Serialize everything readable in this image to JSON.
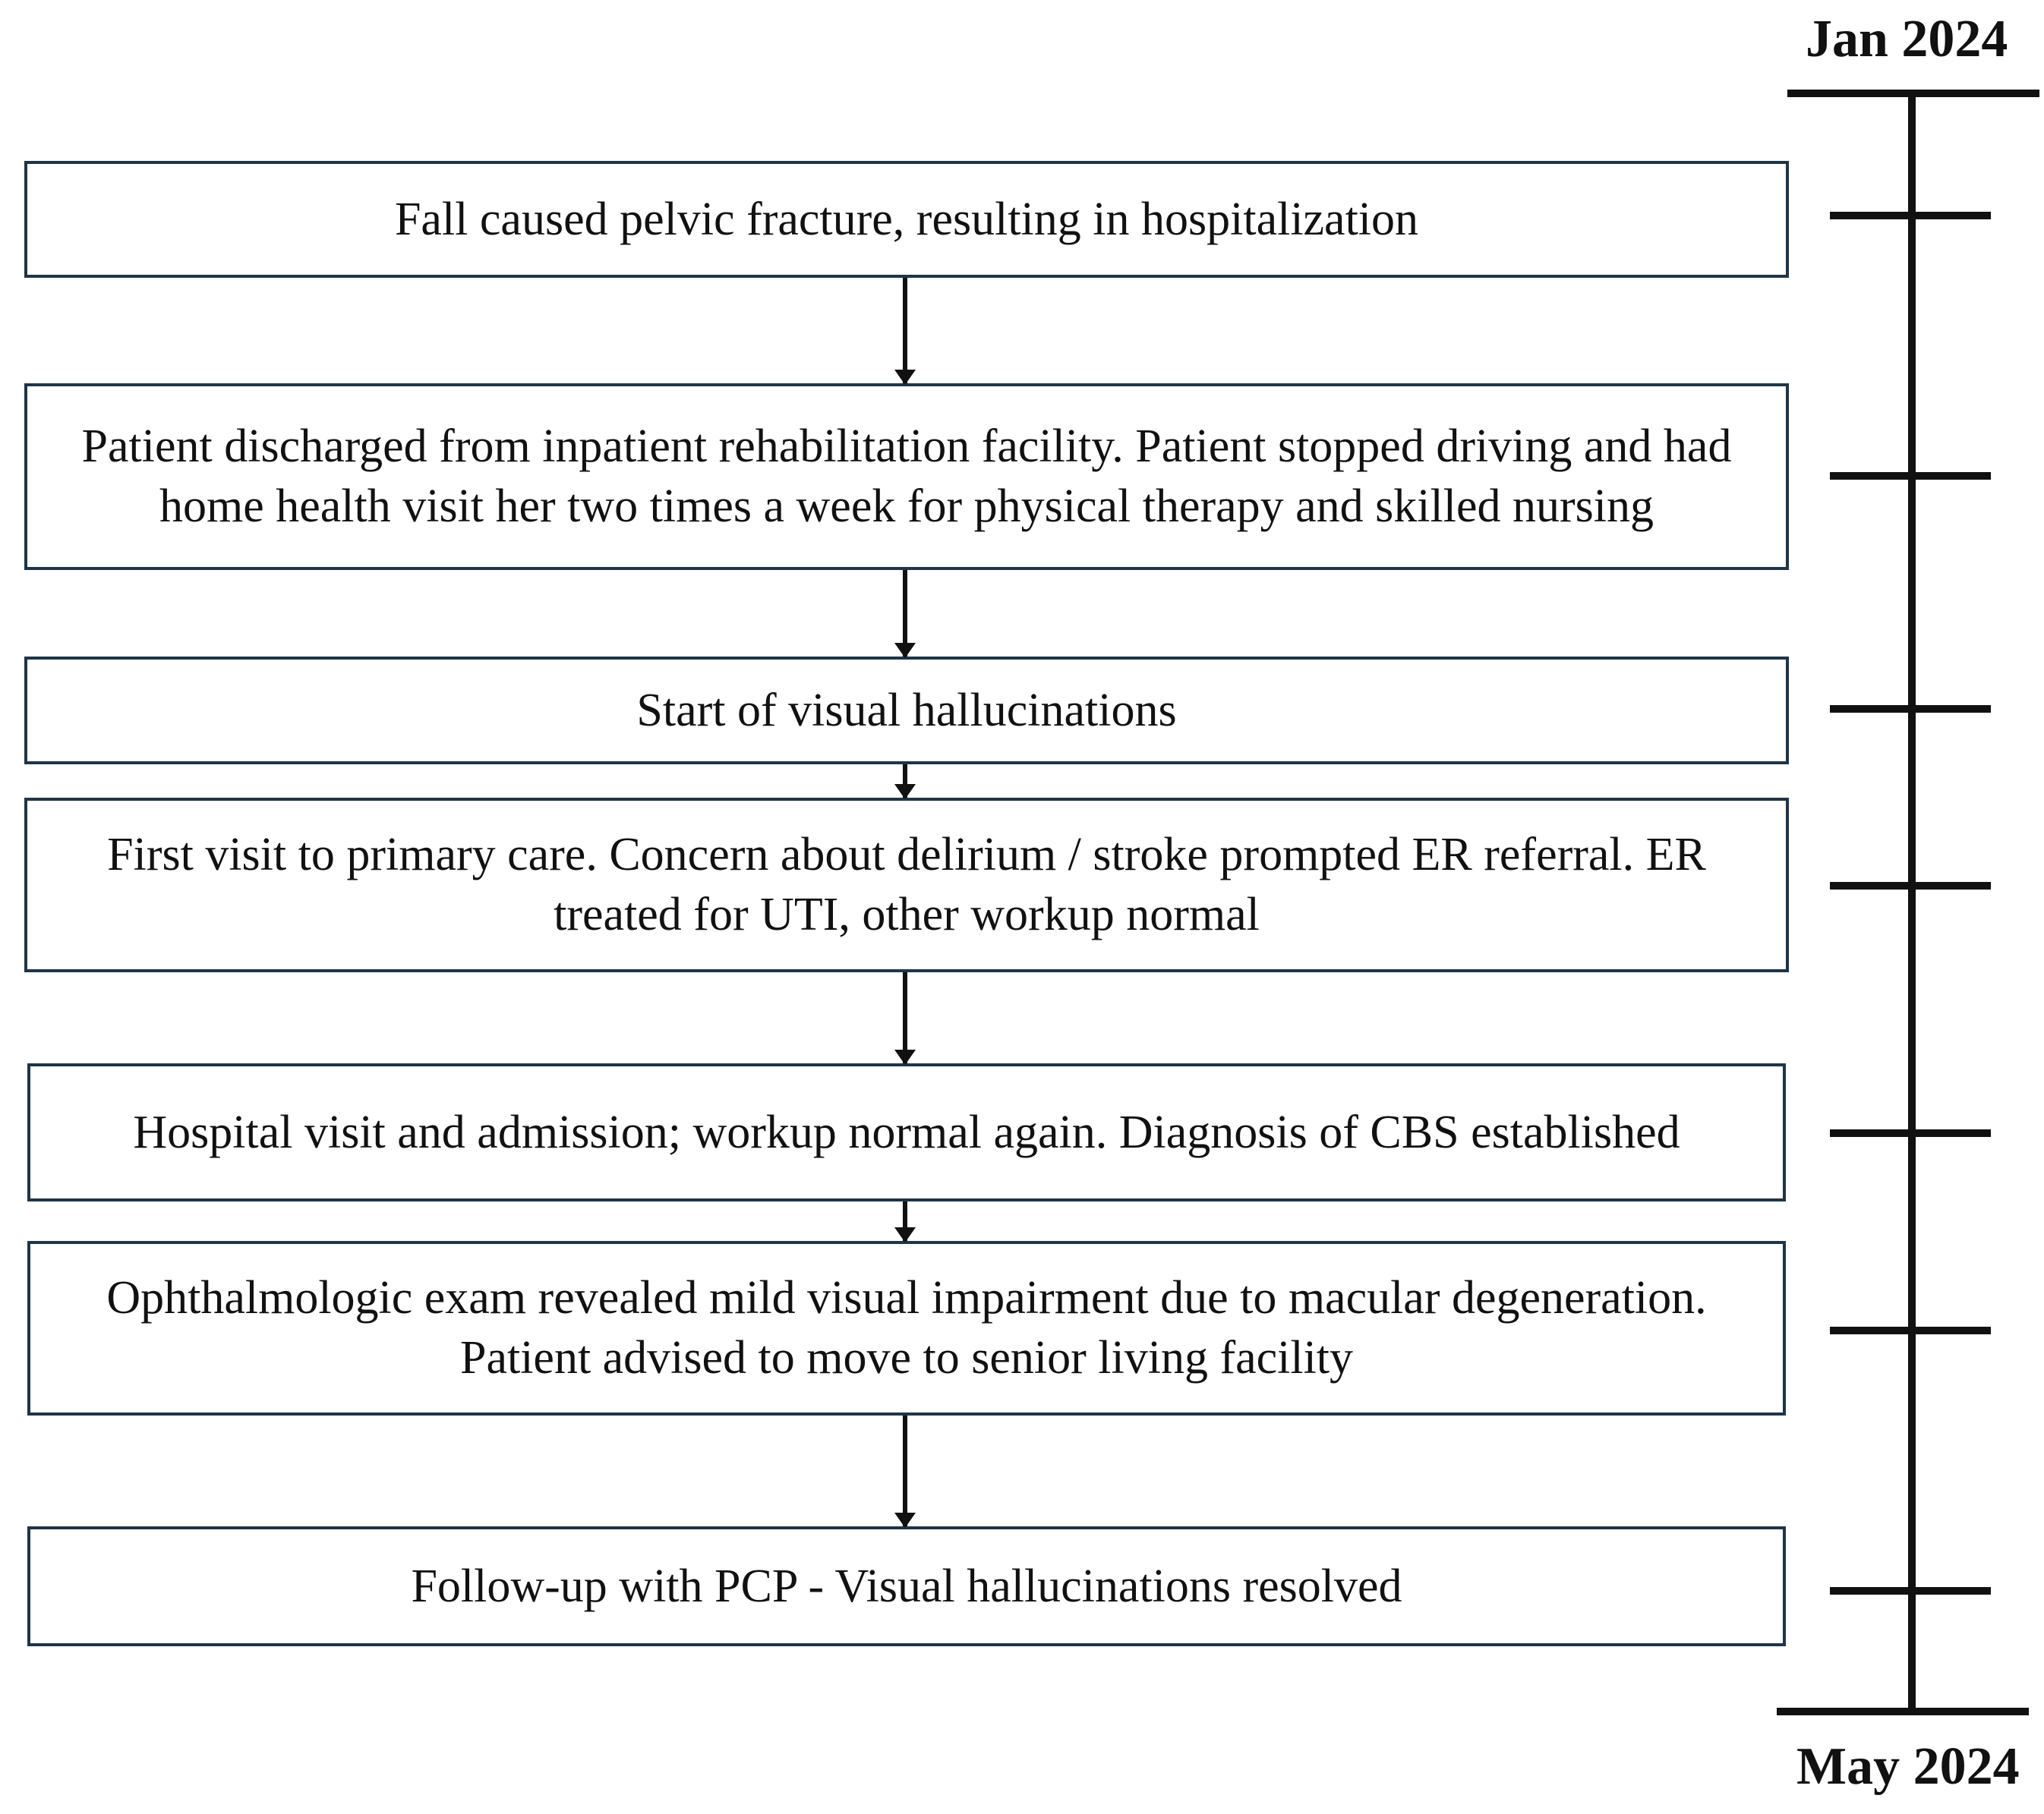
{
  "timeline": {
    "start_label": "Jan 2024",
    "end_label": "May 2024"
  },
  "events": [
    {
      "text": "Fall caused pelvic fracture, resulting in hospitalization"
    },
    {
      "text": "Patient discharged from inpatient rehabilitation facility. Patient stopped driving and had home health visit her two times a week for physical therapy and skilled nursing"
    },
    {
      "text": "Start of visual hallucinations"
    },
    {
      "text": "First visit to primary care. Concern about delirium / stroke prompted ER referral. ER treated for UTI, other workup normal"
    },
    {
      "text": "Hospital visit and admission; workup normal again. Diagnosis of CBS established"
    },
    {
      "text": "Ophthalmologic exam revealed mild visual impairment due to macular degeneration. Patient advised to move to senior living facility"
    },
    {
      "text": "Follow-up with PCP - Visual hallucinations resolved"
    }
  ]
}
